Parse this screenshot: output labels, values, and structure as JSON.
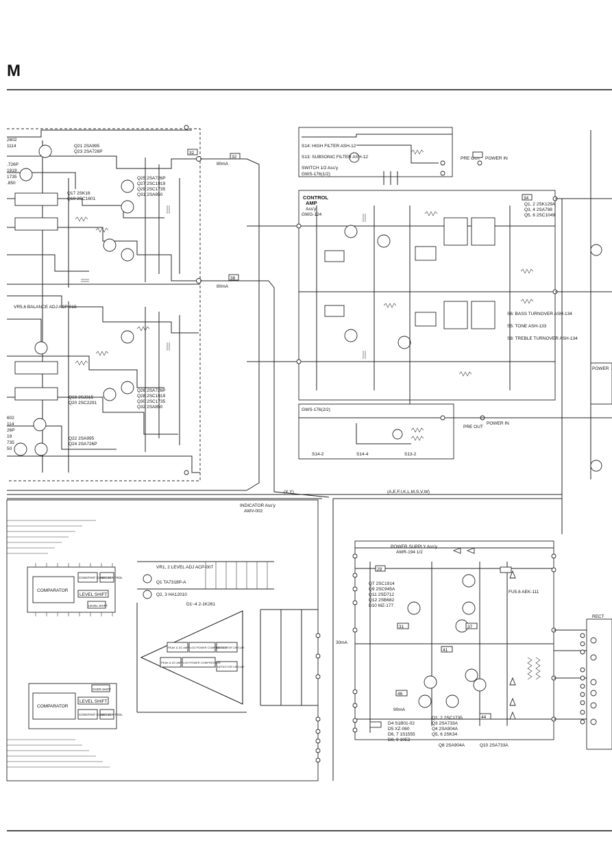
{
  "page": {
    "section_letter": "M"
  },
  "blocks": {
    "indicator": {
      "title": "INDICATOR Ass'y",
      "part": "AWV-002"
    },
    "control_amp": {
      "title": "CONTROL",
      "title2": "AMP",
      "title3": "Ass'y",
      "part": "GWG-124"
    },
    "switch_top": {
      "title": "SWITCH 1/2 Ass'y",
      "part": "GWS-176(1/2)"
    },
    "switch_bottom": {
      "part": "GWS-176(2/2)"
    },
    "power_supply": {
      "title": "POWER SUPPLY Ass'y",
      "part": "AWR-194 1/2"
    },
    "comparator_top": {
      "label": "COMPARATOR"
    },
    "comparator_bottom": {
      "label": "COMPARATOR"
    },
    "level_shift_top": "LEVEL SHIFT",
    "level_shift_bottom": "LEVEL SHIFT",
    "constant_current_top": "CONSTANT CURRENT",
    "constant_current_bottom": "CONSTANT CURRENT",
    "set_control_top": "SET CONTROL",
    "set_control_bottom": "SET CONTROL",
    "level_shift_small_top": "LEVEL SHIFT",
    "over_shift_bottom": "OVER SHIFT",
    "log_amp_top": "LOG POWER COMPRESSOR",
    "log_amp_bottom": "LOG POWER COMPRESSOR",
    "peak_dc_top": "PEAK & DC AMP",
    "peak_dc_bottom": "PEAK & DC AMP",
    "detector_top": "DETECTOR CIRCUIT",
    "detector_bottom": "DETECTOR CIRCUIT"
  },
  "labels": {
    "pre_out": "PRE OUT",
    "power_in": "POWER IN",
    "bus_left": "(X,Y)",
    "bus_mid": "(A,E,F,I,K,L,M,S,V,W)",
    "balance_adj": "VR5,6 BALANCE ADJ ACP-015",
    "level_adj": "VR1, 2 LEVEL ADJ ACP-007",
    "q1_ic": "Q1 TA7318P-A",
    "q2_3": "Q2, 3 HA12010",
    "d_range": "D1~4  2-1K261",
    "filters": "S14: HIGH FILTER ASH-12",
    "subsonic": "S13: SUBSONIC FILTER ASH-12",
    "fuse": "FU5,6 AEK-111",
    "rect": "RECT",
    "power": "POWER",
    "s14_2": "S14-2",
    "s14_4": "S14-4",
    "s13_2": "S13-2",
    "bass": "S6: BASS TURNOVER ASH-134",
    "tone": "S5: TONE ASH-133",
    "treble": "S8: TREBLE TURNOVER ASH-134"
  },
  "tables": {
    "left_top": [
      "Q21  2SA995",
      "Q23  2SA726P"
    ],
    "left_mid": [
      "Q25  2SA726P",
      "Q27  2SC1919",
      "Q29  2SC1735",
      "Q31  2SA850"
    ],
    "left_q17": [
      "Q17 2SK16",
      "Q19 2SC1601"
    ],
    "left_low": [
      "Q26  2SA726P",
      "Q28  2SC1919",
      "Q30  2SC1735",
      "Q32  2SA850"
    ],
    "left_q18": [
      "Q18 2SJ315",
      "Q20 2SC2291"
    ],
    "left_bottom": [
      "Q22  2SA995",
      "Q24  2SA726P"
    ],
    "control_right": [
      "Q1, 2  2SK129A",
      "Q3, 4  2SA798",
      "Q5, 6  2SC1049"
    ],
    "power_list": [
      "Q7  2SC1914",
      "Q9  2SC945A",
      "Q11  2SD712",
      "Q12  2SB682",
      "D10  MZ-177"
    ],
    "power_list2": [
      "Q1, 2  2SC1735",
      "Q3  2SA733A",
      "Q4  2SA904A",
      "Q5, 6  2SK34"
    ],
    "power_list3": [
      "D4  S1B01-02",
      "D5  XZ-060",
      "D6, 7  1S1555",
      "D8, 9  10E2"
    ],
    "power_list4": [
      "Q8  2SA904A",
      "Q10  2SA733A"
    ],
    "edge_left_top": [
      "2602",
      "1114",
      ".726P",
      "1919",
      "1735",
      ".850"
    ],
    "edge_left_bottom": [
      "602",
      "114",
      "26P",
      "19",
      "735",
      "50"
    ]
  },
  "tags": {
    "top_32": "32",
    "mid_38": "38",
    "right_34": "34",
    "ma80a": "80mA",
    "ma80b": "80mA",
    "ma30": "30mA",
    "ma90": "90mA",
    "tag_29": "29",
    "tag_31": "31",
    "tag_37": "37",
    "tag_41": "41",
    "tag_46": "46",
    "tag_44": "44"
  },
  "colors": {
    "ink": "#111111",
    "paper": "#ffffff"
  }
}
